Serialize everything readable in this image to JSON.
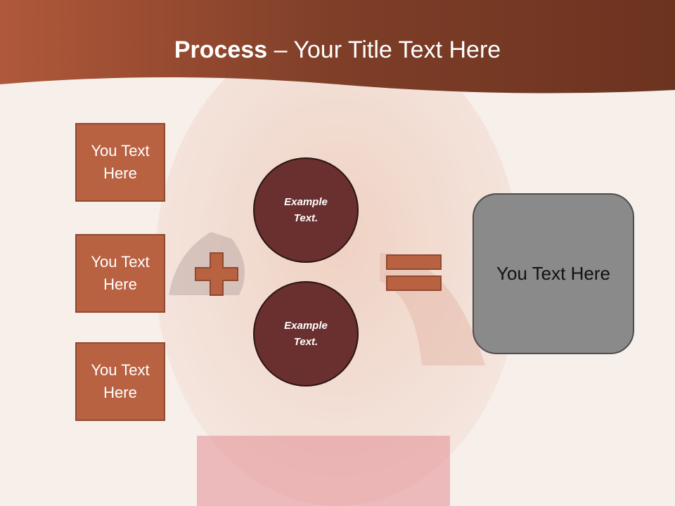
{
  "slide": {
    "title_bold": "Process",
    "title_rest": " – Your Title Text Here"
  },
  "boxes": [
    {
      "label": "You Text Here"
    },
    {
      "label": "You Text Here"
    },
    {
      "label": "You Text Here"
    }
  ],
  "circles": [
    {
      "label": "Example Text."
    },
    {
      "label": "Example Text."
    }
  ],
  "result": {
    "label": "You Text Here"
  },
  "colors": {
    "header": "#8a452e",
    "box_fill": "#b96242",
    "circle_fill": "#6a2f2f",
    "result_fill": "#8a8a8a"
  },
  "icons": {
    "plus": "plus-icon",
    "equals": "equals-icon"
  }
}
